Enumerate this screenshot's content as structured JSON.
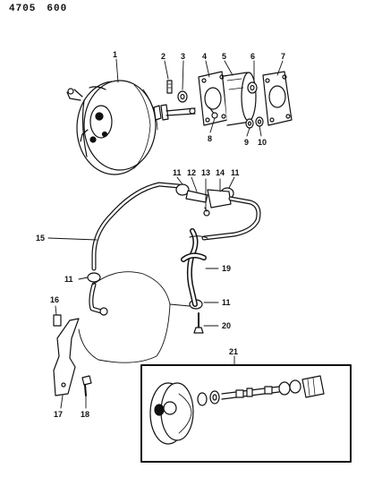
{
  "page_code": {
    "left": "4705",
    "right": "600"
  },
  "callouts": {
    "c1": "1",
    "c2": "2",
    "c3": "3",
    "c4": "4",
    "c5": "5",
    "c6": "6",
    "c7": "7",
    "c8": "8",
    "c9": "9",
    "c10": "10",
    "c11a": "11",
    "c11b": "11",
    "c11c": "11",
    "c11d": "11",
    "c12": "12",
    "c13": "13",
    "c14": "14",
    "c15": "15",
    "c16": "16",
    "c17": "17",
    "c18": "18",
    "c19": "19",
    "c20": "20",
    "c21": "21"
  },
  "colors": {
    "ink": "#111111",
    "paper": "#ffffff"
  }
}
